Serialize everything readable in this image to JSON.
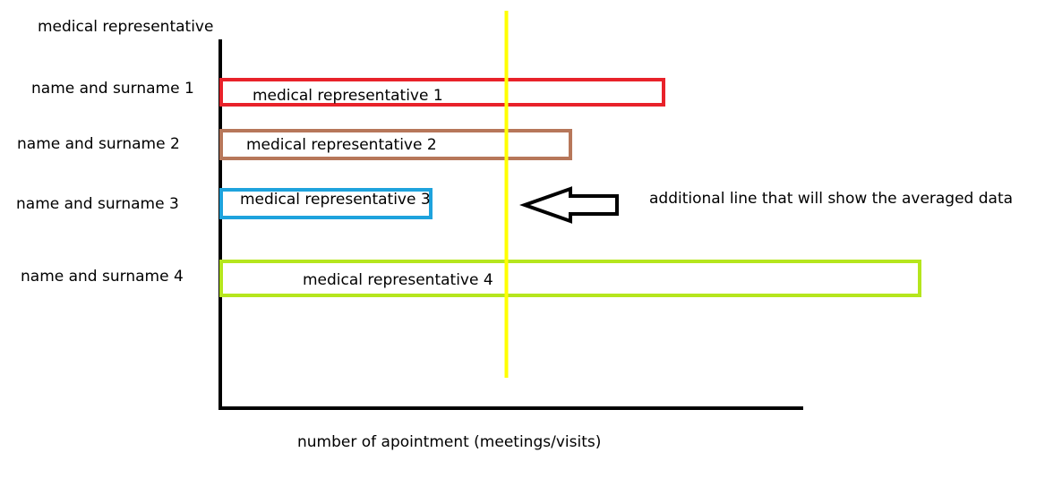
{
  "chart_data": {
    "type": "bar",
    "orientation": "horizontal",
    "ylabel": "medical representative",
    "xlabel": "number of apointment (meetings/visits)",
    "categories": [
      "name and surname 1",
      "name and surname 2",
      "name and surname 3",
      "name and surname 4"
    ],
    "bar_labels": [
      "medical representative 1",
      "medical representative 2",
      "medical representative 3",
      "medical representative 4"
    ],
    "values": [
      76,
      60,
      36,
      120
    ],
    "bar_colors": [
      "#e8222a",
      "#b7775a",
      "#1ea3dd",
      "#b5e61d"
    ],
    "xlim": [
      0,
      100
    ],
    "average_line": {
      "value": 49,
      "color": "#ffff00",
      "annotation": "additional line that will show the averaged data"
    },
    "grid": false,
    "legend": false
  }
}
